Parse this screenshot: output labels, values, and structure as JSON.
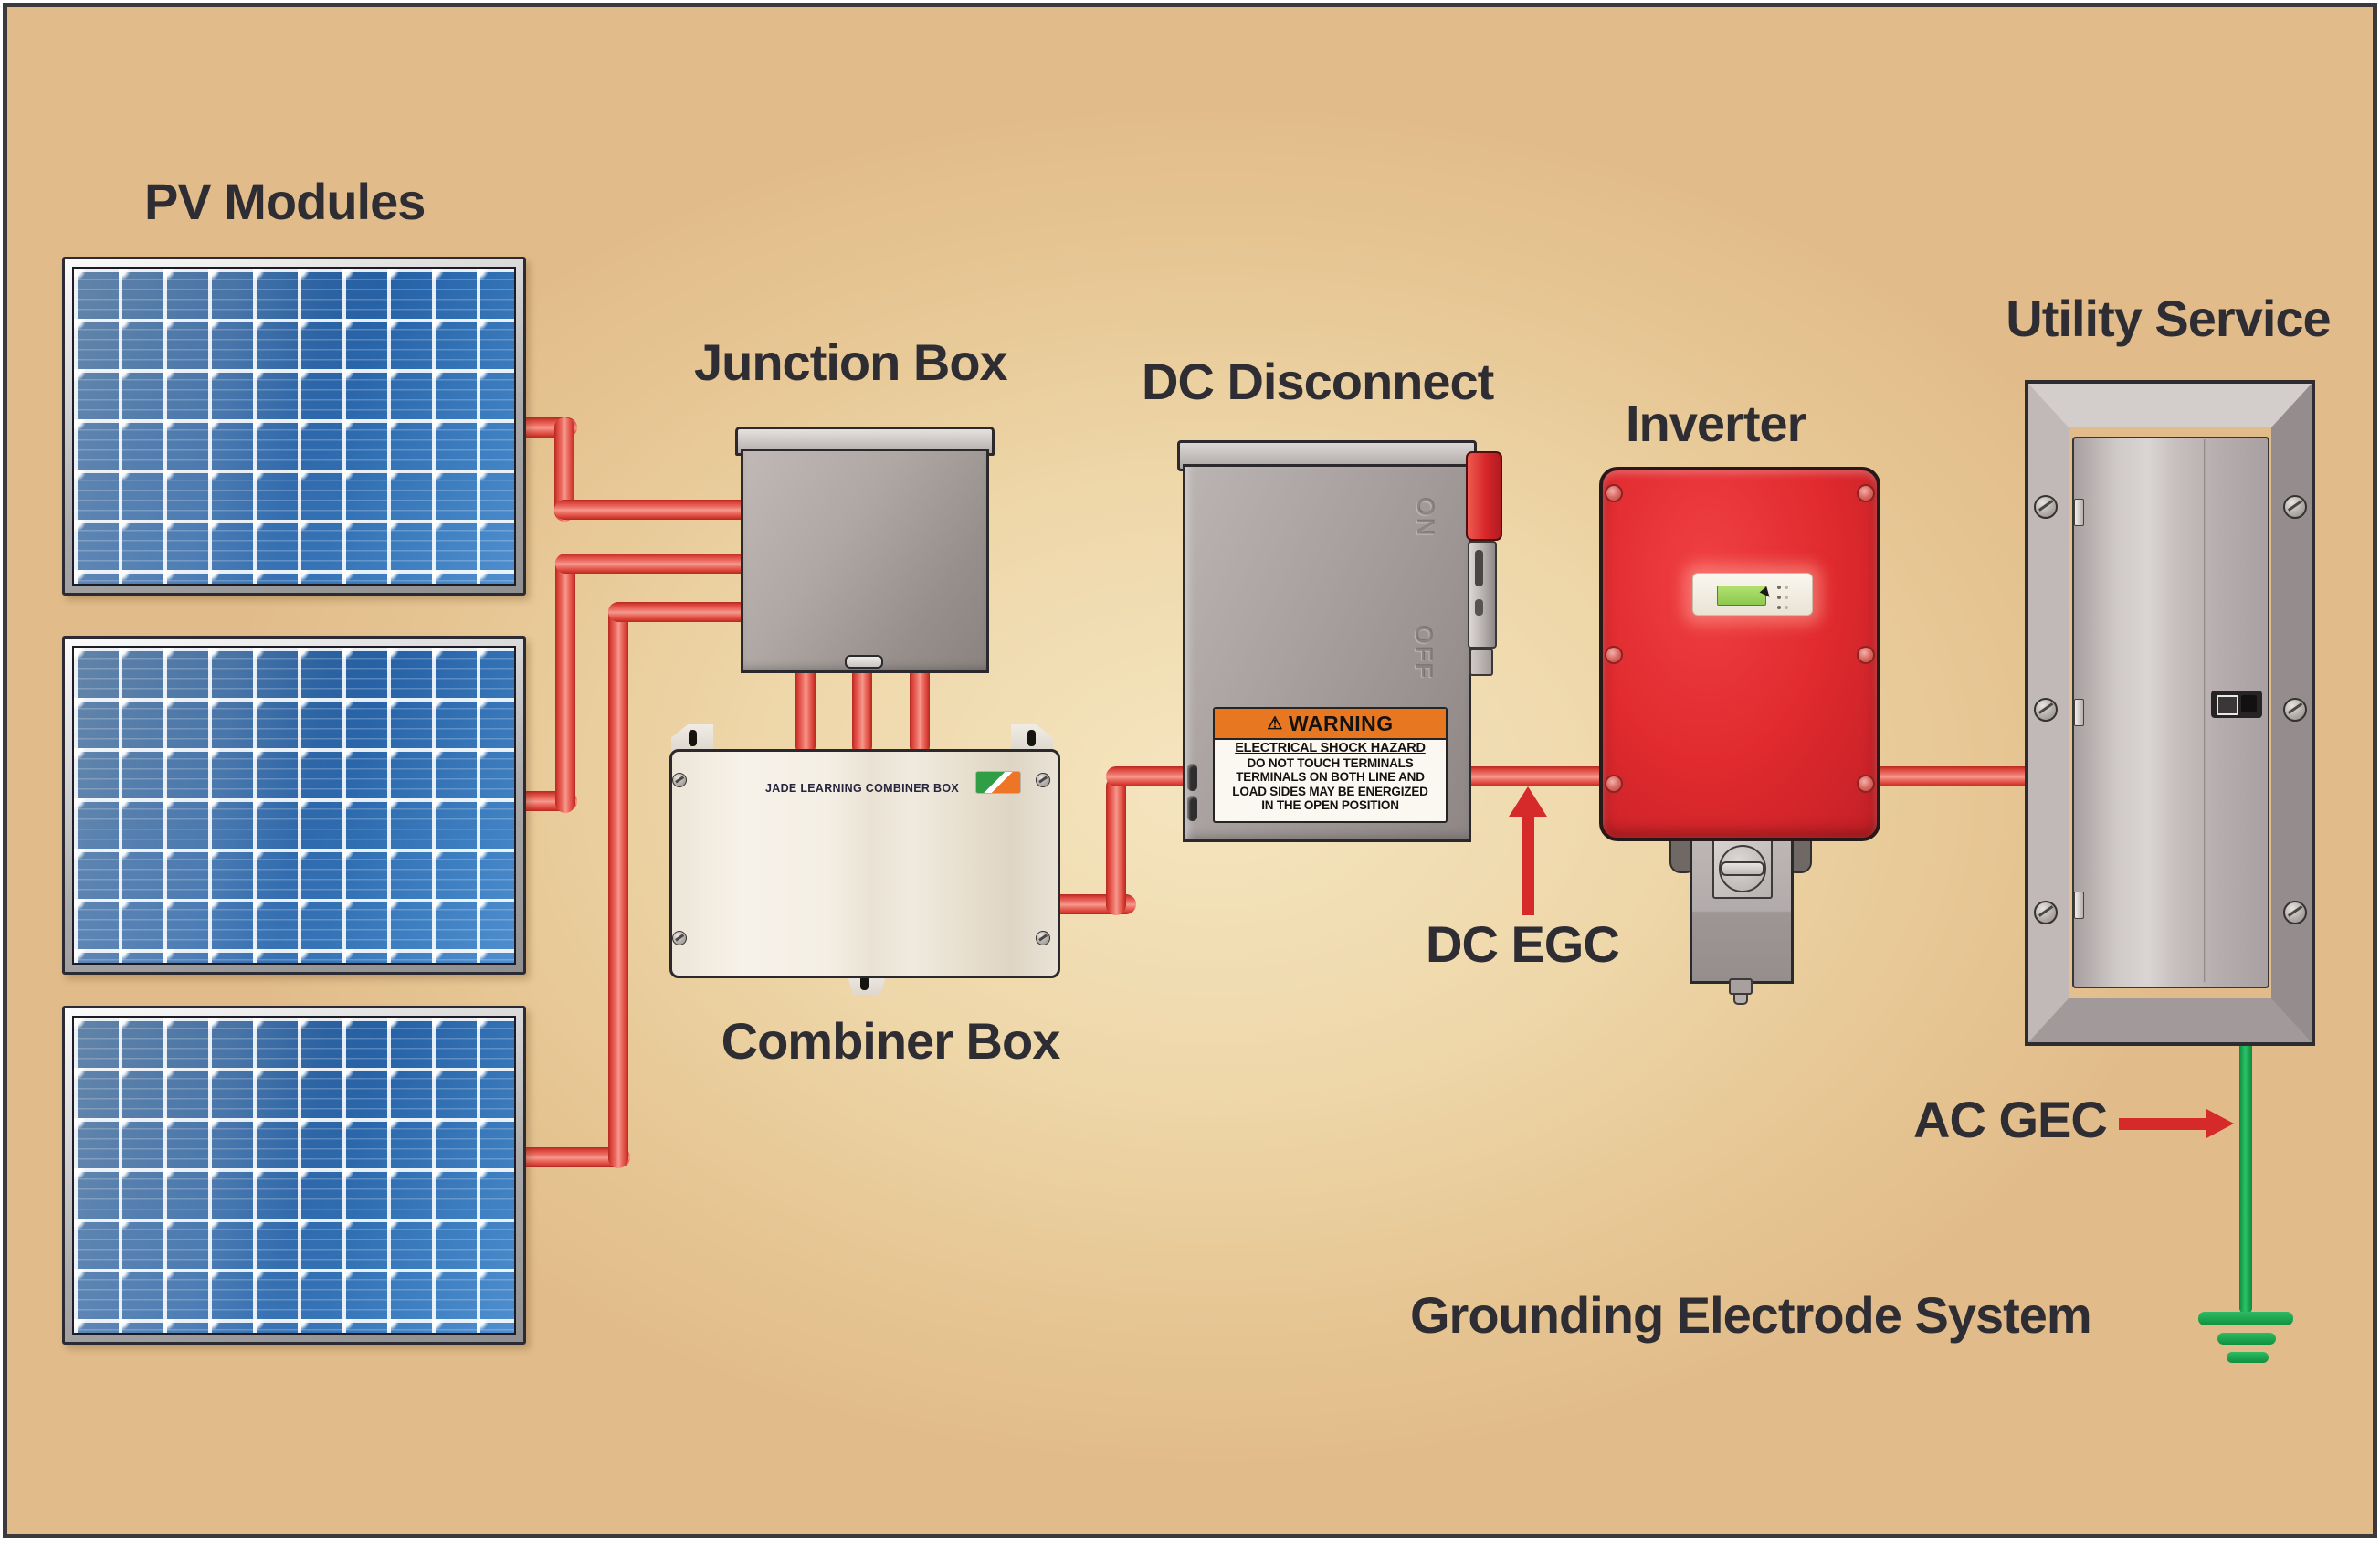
{
  "labels": {
    "pv_modules": "PV Modules",
    "junction_box": "Junction Box",
    "combiner_box": "Combiner Box",
    "dc_disconnect": "DC Disconnect",
    "inverter": "Inverter",
    "utility_service": "Utility Service",
    "dc_egc": "DC EGC",
    "ac_gec": "AC GEC",
    "grounding_electrode_system": "Grounding Electrode System"
  },
  "combiner": {
    "nameplate": "JADE LEARNING COMBINER BOX"
  },
  "dc_disconnect": {
    "warning_icon": "⚠",
    "warning_title": "WARNING",
    "warning_lines": [
      "ELECTRICAL SHOCK HAZARD",
      "DO NOT TOUCH TERMINALS",
      "TERMINALS ON BOTH LINE AND",
      "LOAD SIDES MAY BE ENERGIZED",
      "IN THE OPEN POSITION"
    ],
    "switch_on": "ON",
    "switch_off": "OFF"
  },
  "colors": {
    "background_tan": "#e8c99b",
    "wire_red": "#e8473d",
    "wire_green": "#17a24b",
    "inverter_red": "#df2a2e",
    "warning_orange": "#e87722",
    "label_text": "#2e2d33",
    "panel_blue": "#2a66ab"
  }
}
